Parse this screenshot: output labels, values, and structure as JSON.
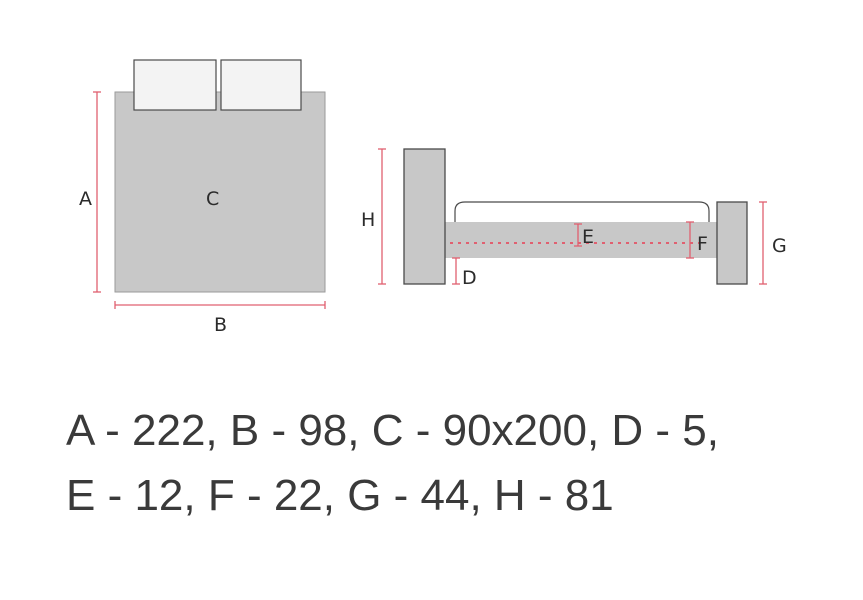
{
  "labels": {
    "a": "A",
    "b": "B",
    "c": "C",
    "d": "D",
    "e": "E",
    "f": "F",
    "g": "G",
    "h": "H"
  },
  "dimensions_text": {
    "line1": "A - 222, B - 98, C - 90x200, D - 5,",
    "line2": "E - 12, F - 22, G - 44, H - 81"
  },
  "colors": {
    "bed_fill": "#c8c8c8",
    "outline": "#4a4a4a",
    "pillow_fill": "#f3f3f3",
    "dimension_line": "#e06070",
    "text": "#3a3a3a"
  }
}
